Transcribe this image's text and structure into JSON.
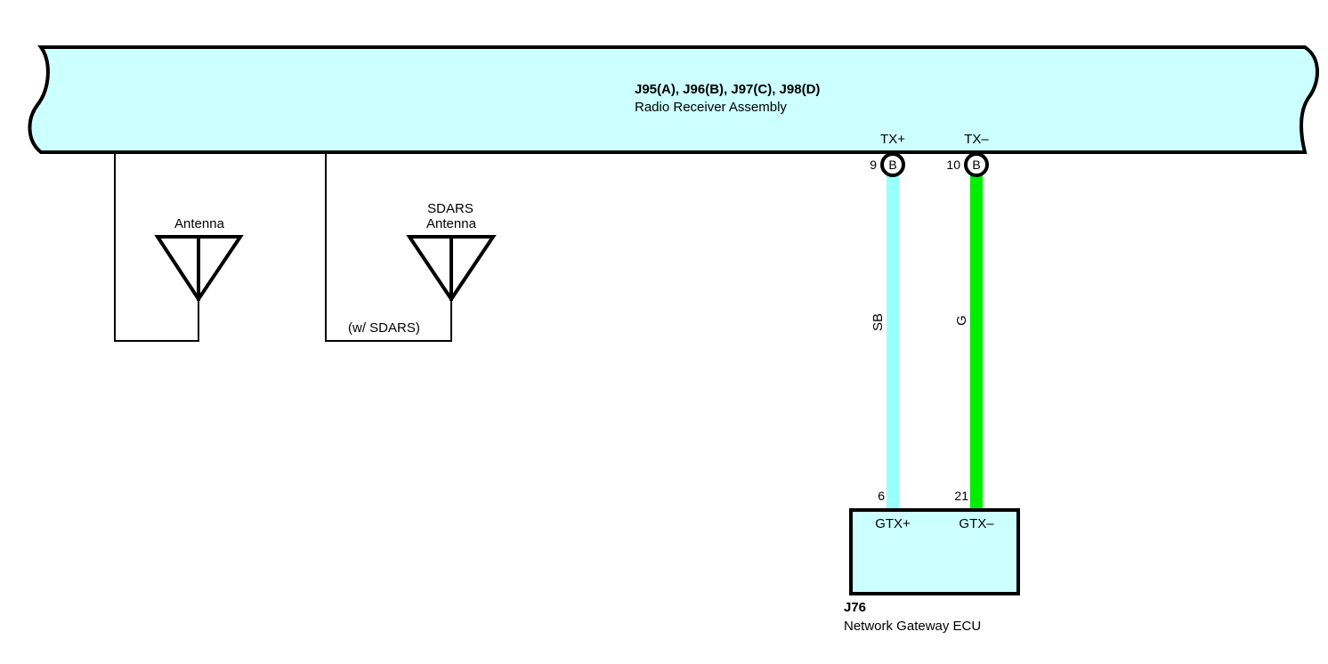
{
  "colors": {
    "component_fill": "#ccffff",
    "wire_sb": "#99ffff",
    "wire_g": "#00ee00",
    "line": "#000000"
  },
  "radio_receiver": {
    "connectors": "J95(A), J96(B), J97(C), J98(D)",
    "name": "Radio Receiver Assembly",
    "pins": [
      {
        "label": "TX+",
        "number": "9",
        "connector": "B"
      },
      {
        "label": "TX–",
        "number": "10",
        "connector": "B"
      }
    ]
  },
  "antennas": [
    {
      "label": "Antenna"
    },
    {
      "label_line1": "SDARS",
      "label_line2": "Antenna",
      "condition": "(w/ SDARS)"
    }
  ],
  "wires": [
    {
      "color_code": "SB"
    },
    {
      "color_code": "G"
    }
  ],
  "gateway_ecu": {
    "connector": "J76",
    "name": "Network Gateway ECU",
    "pins": [
      {
        "label": "GTX+",
        "number": "6"
      },
      {
        "label": "GTX–",
        "number": "21"
      }
    ]
  }
}
